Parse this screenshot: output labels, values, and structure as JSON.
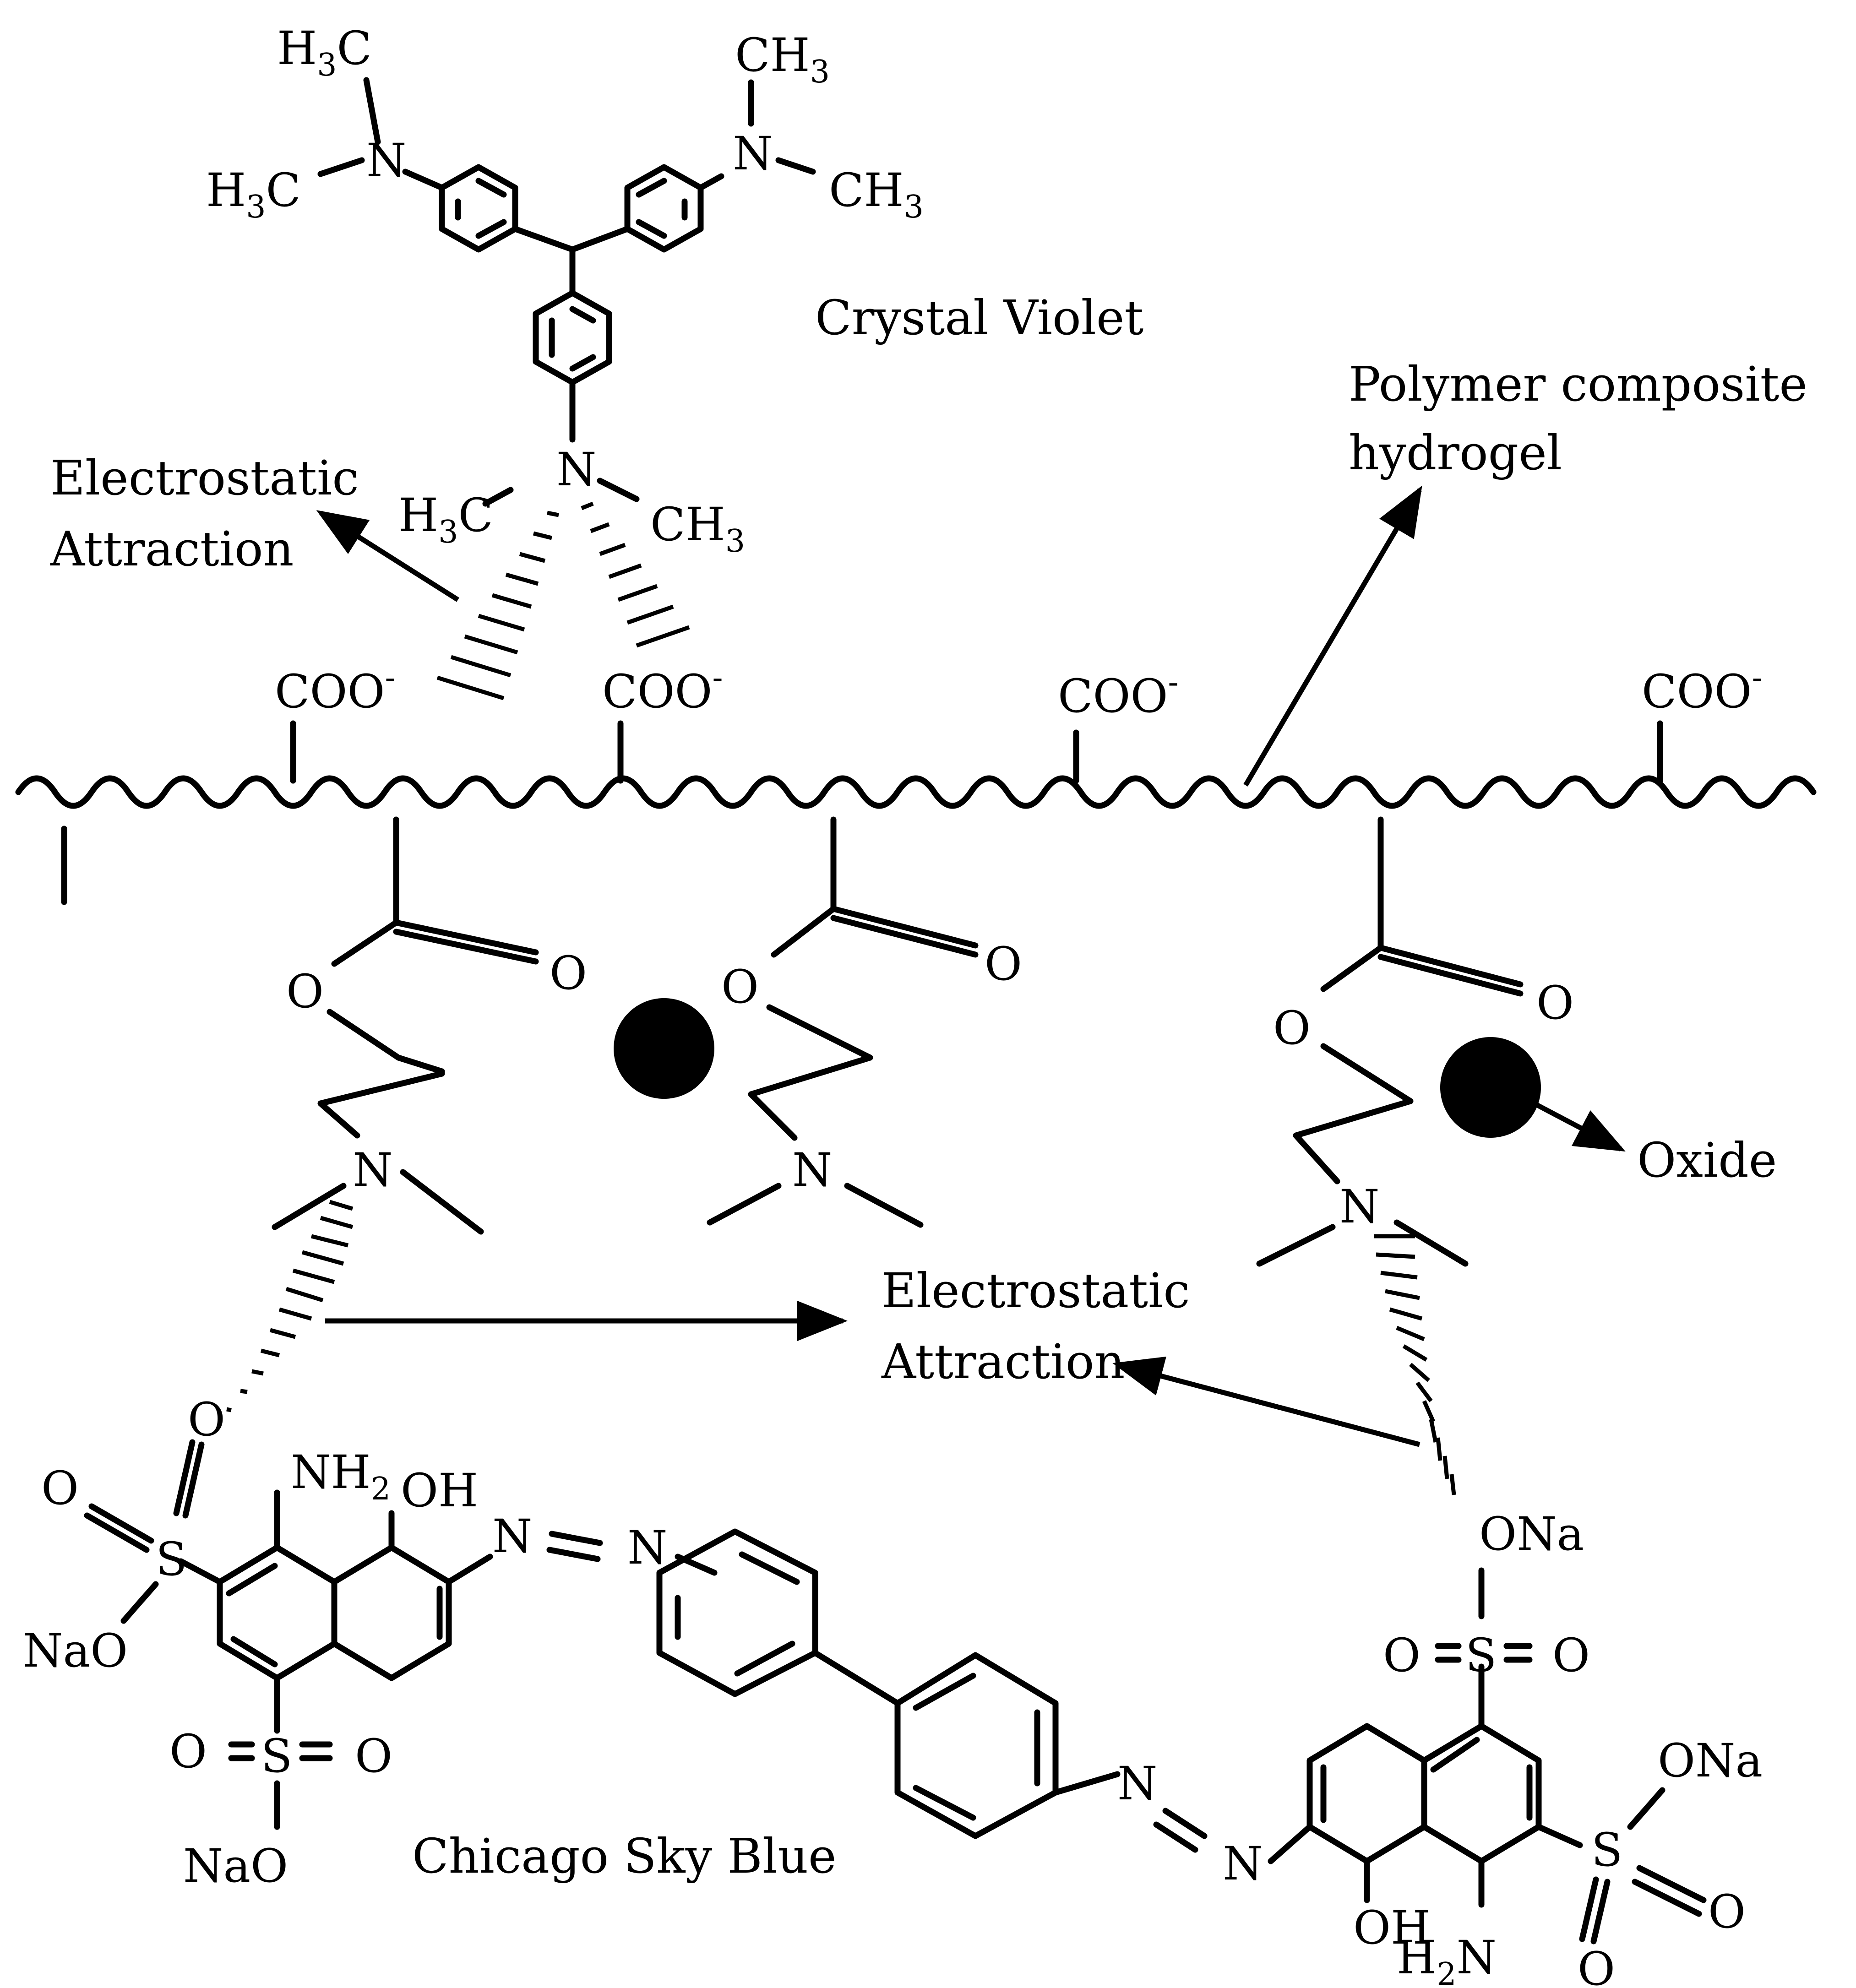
{
  "labels": {
    "crystal_violet": "Crystal Violet",
    "chicago_sky_blue": "Chicago Sky Blue",
    "polymer_line1": "Polymer composite",
    "polymer_line2": "hydrogel",
    "electrostatic": "Electrostatic",
    "attraction": "Attraction",
    "oxide": "Oxide"
  },
  "atoms": {
    "N": "N",
    "O": "O",
    "S": "S",
    "OH": "OH",
    "ONa": "ONa",
    "NaO": "NaO",
    "H": "H",
    "C": "C",
    "CH": "CH",
    "NH": "NH",
    "COO": "COO",
    "sub3": "3",
    "sub2": "2",
    "minus": "-"
  },
  "colors": {
    "ink": "#000000",
    "background": "#ffffff"
  }
}
